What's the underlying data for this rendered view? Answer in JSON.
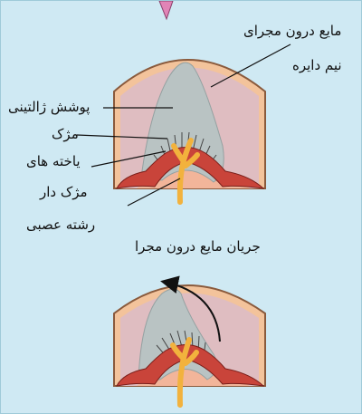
{
  "labels": {
    "canal_fluid_line1": "مایع درون مجرای",
    "canal_fluid_line2": "نیم دایره",
    "gelatinous_cover": "پوشش ژالتینی",
    "cilium": "مژک",
    "hair_cells_line1": "یاخته های",
    "hair_cells_line2": "مژک دار",
    "nerve_fiber": "رشته عصبی",
    "fluid_flow": "جریان مایع درون مجرا"
  },
  "colors": {
    "background": "#cfe9f3",
    "canal_wall": "#f3c39b",
    "canal_outline": "#8a5a3c",
    "endolymph": "#dfbdc1",
    "cupula": "#b9c3c3",
    "hair_cells": "#c9443a",
    "hair_cells_outline": "#7a1f1a",
    "nerve": "#f2b23d",
    "base_tissue": "#f2b59a",
    "pointer": "#e184b6"
  },
  "icons": {
    "flow_arrow": "curved-arrow-left-icon"
  }
}
